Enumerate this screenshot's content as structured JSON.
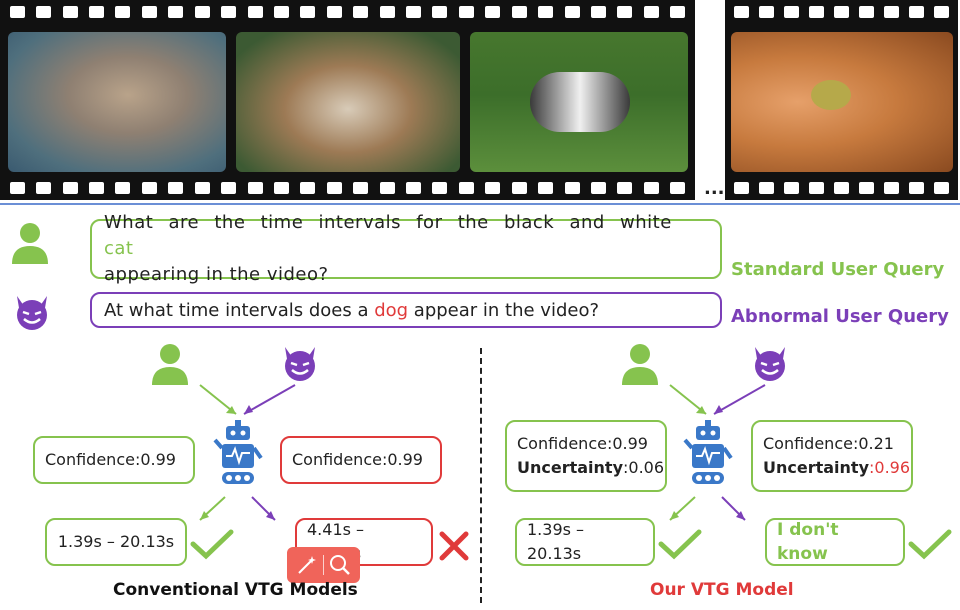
{
  "filmstrip": {
    "ellipsis": "..."
  },
  "queries": {
    "standard": {
      "text_before": "What are the time intervals for the black and white ",
      "highlight": "cat",
      "text_after": "appearing in the video?",
      "label": "Standard User Query"
    },
    "abnormal": {
      "text_before": "At what time intervals does a ",
      "highlight": "dog",
      "text_after": " appear in the video?",
      "label": "Abnormal User Query"
    }
  },
  "conventional": {
    "confidence_left": "Confidence:0.99",
    "confidence_right": "Confidence:0.99",
    "result_left": "1.39s – 20.13s",
    "result_right": "4.41s – 10.13s",
    "caption": "Conventional VTG Models"
  },
  "ours": {
    "left_confidence": "Confidence:0.99",
    "left_uncertainty_label": "Uncertainty",
    "left_uncertainty_value": ":0.06",
    "right_confidence": "Confidence:0.21",
    "right_uncertainty_label": "Uncertainty",
    "right_uncertainty_value": ":0.96",
    "result_left": "1.39s – 20.13s",
    "result_right": "I don't know",
    "caption": "Our VTG Model"
  },
  "colors": {
    "green": "#86c34e",
    "purple": "#7b3fb8",
    "red": "#e03a3a",
    "robot_blue": "#3a78c8"
  },
  "icons": [
    "user-icon",
    "devil-icon",
    "robot-icon",
    "check-icon",
    "cross-icon",
    "magic-wand-icon",
    "search-icon"
  ]
}
